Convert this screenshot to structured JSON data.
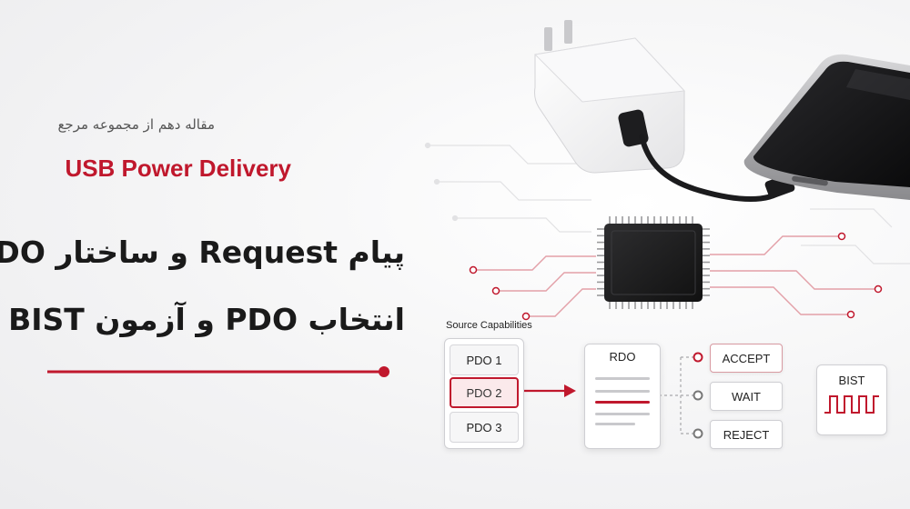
{
  "header": {
    "subtitle": "مقاله دهم از مجموعه مرجع",
    "series": "USB Power Delivery",
    "title_line1": "پیام Request و ساختار RDO",
    "title_line2": "انتخاب PDO و آزمون BIST"
  },
  "diagram": {
    "source_capabilities_label": "Source Capabilities",
    "pdos": [
      "PDO 1",
      "PDO 2",
      "PDO 3"
    ],
    "selected_pdo": "PDO 2",
    "rdo_label": "RDO",
    "responses": [
      "ACCEPT",
      "WAIT",
      "REJECT"
    ],
    "bist_label": "BIST"
  },
  "colors": {
    "accent": "#c0182d",
    "title": "#1a1a1a",
    "subtitle": "#555555",
    "background": "#f4f4f5"
  }
}
